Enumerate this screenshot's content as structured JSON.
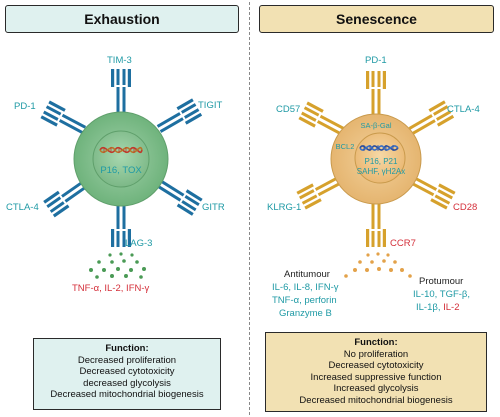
{
  "exhaustion": {
    "title": "Exhaustion",
    "receptors": {
      "tim3": "TIM-3",
      "pd1": "PD-1",
      "tigit": "TIGIT",
      "ctla4": "CTLA-4",
      "gitr": "GITR",
      "lag3": "LAG-3"
    },
    "nucleus_text": "P16, TOX",
    "cytokines": "TNF-α, IL-2, IFN-γ",
    "function": {
      "title": "Function:",
      "items": [
        "Decreased proliferation",
        "Decreased cytotoxicity",
        "decreased glycolysis",
        "Decreased mitochondrial biogenesis"
      ]
    }
  },
  "senescence": {
    "title": "Senescence",
    "receptors": {
      "pd1": "PD-1",
      "cd57": "CD57",
      "ctla4": "CTLA-4",
      "klrg1": "KLRG-1",
      "cd28": "CD28",
      "ccr7": "CCR7"
    },
    "sa_gal": "SA-β-Gal",
    "bcl2": "BCL2",
    "nucleus_line1": "P16, P21",
    "nucleus_line2": "SAHF, γH2Ax",
    "antitumour": {
      "title": "Antitumour",
      "line1": "IL-6, IL-8, IFN-γ",
      "line2": "TNF-α, perforin",
      "line3": "Granzyme B"
    },
    "protumour": {
      "title": "Protumour",
      "line1": "IL-10, TGF-β,",
      "line2_teal": "IL-1β,",
      "line2_red": "IL-2"
    },
    "function": {
      "title": "Function:",
      "items": [
        "No proliferation",
        "Decreased cytotoxicity",
        "Increased suppressive function",
        "Increased glycolysis",
        "Decreased mitochondrial biogenesis"
      ]
    }
  },
  "colors": {
    "exhaustion_title_bg": "#dff1ef",
    "senescence_title_bg": "#f2e1b3",
    "exhaustion_function_bg": "#dff1ef",
    "senescence_function_bg": "#f2e1b3",
    "exhaustion_cell": "#8fc79a",
    "exhaustion_nucleus": "#7db987",
    "exhaustion_receptor": "#1e6fa0",
    "senescence_cell": "#ecc58a",
    "senescence_nucleus": "#efc07f",
    "senescence_receptor": "#d6a12c",
    "teal_text": "#1f9aa5",
    "red_text": "#d42f3a",
    "dna_red": "#c0392b",
    "dna_blue": "#2c4e9e"
  }
}
